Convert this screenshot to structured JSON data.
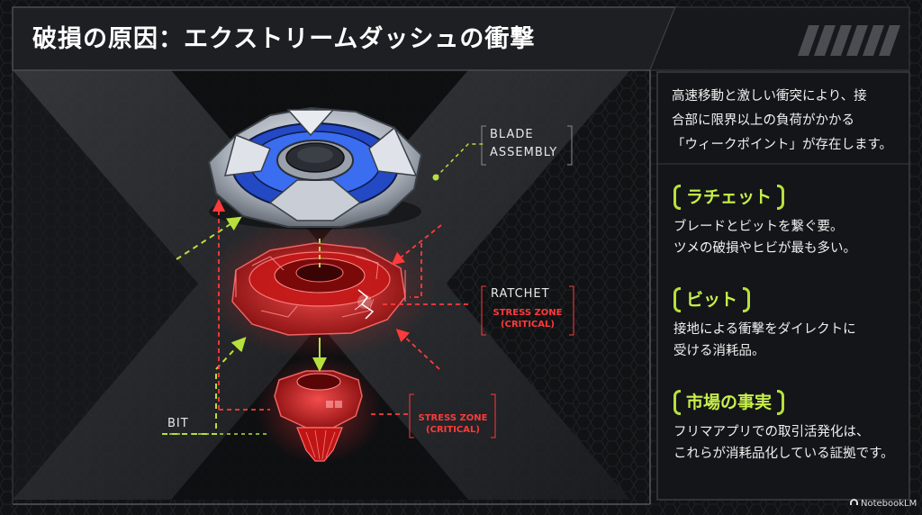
{
  "header": {
    "title": "破損の原因：エクストリームダッシュの衝撃"
  },
  "diagram": {
    "blade_label_1": "BLADE",
    "blade_label_2": "ASSEMBLY",
    "ratchet_label": "RATCHET",
    "ratchet_stress_1": "STRESS ZONE",
    "ratchet_stress_2": "(CRITICAL)",
    "bit_label": "BIT",
    "bit_stress_1": "STRESS ZONE",
    "bit_stress_2": "(CRITICAL)"
  },
  "panel": {
    "intro_lines": [
      "高速移動と激しい衝突により、接",
      "合部に限界以上の負荷がかかる",
      "「ウィークポイント」が存在します。"
    ],
    "sections": [
      {
        "title": "ラチェット",
        "lines": [
          "ブレードとビットを繋ぐ要。",
          "ツメの破損やヒビが最も多い。"
        ]
      },
      {
        "title": "ビット",
        "lines": [
          "接地による衝撃をダイレクトに",
          "受ける消耗品。"
        ]
      },
      {
        "title": "市場の事実",
        "lines": [
          "フリマアプリでの取引活発化は、",
          "これらが消耗品化している証拠です。"
        ]
      }
    ]
  },
  "footer": {
    "brand": "NotebookLM"
  },
  "colors": {
    "accent": "#b6e03c",
    "stress": "#ff3a3a",
    "blade_blue": "#2f5fe0"
  }
}
